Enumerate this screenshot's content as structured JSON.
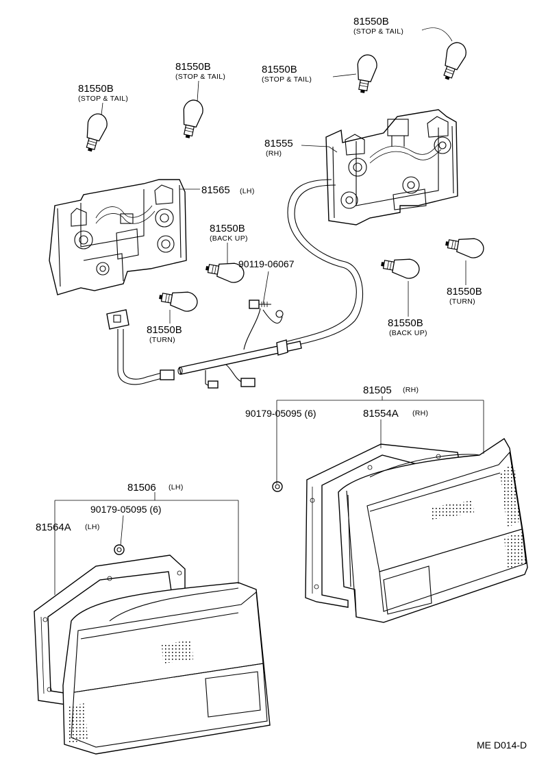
{
  "diagram": {
    "callouts": {
      "bulb_top_right": {
        "part": "81550B",
        "note": "(STOP & TAIL)"
      },
      "bulb_rh_upper": {
        "part": "81550B",
        "note": "(STOP & TAIL)"
      },
      "bulb_lh_mid": {
        "part": "81550B",
        "note": "(STOP & TAIL)"
      },
      "bulb_lh_left": {
        "part": "81550B",
        "note": "(STOP & TAIL)"
      },
      "socket_rh": {
        "part": "81555",
        "note": "(RH)"
      },
      "socket_lh": {
        "part": "81565",
        "note": "(LH)"
      },
      "bulb_lh_backup": {
        "part": "81550B",
        "note": "(BACK UP)"
      },
      "screw": {
        "part": "90119-06067"
      },
      "bulb_lh_turn": {
        "part": "81550B",
        "note": "(TURN)"
      },
      "bulb_rh_turn": {
        "part": "81550B",
        "note": "(TURN)"
      },
      "bulb_rh_backup": {
        "part": "81550B",
        "note": "(BACK UP)"
      },
      "lamp_rh": {
        "part": "81505",
        "note": "(RH)"
      },
      "nut_rh": {
        "part": "90179-05095 (6)"
      },
      "gasket_rh": {
        "part": "81554A",
        "note": "(RH)"
      },
      "lamp_lh": {
        "part": "81506",
        "note": "(LH)"
      },
      "nut_lh": {
        "part": "90179-05095 (6)"
      },
      "gasket_lh": {
        "part": "81564A",
        "note": "(LH)"
      }
    },
    "drawing_ref": "ME D014-D"
  }
}
